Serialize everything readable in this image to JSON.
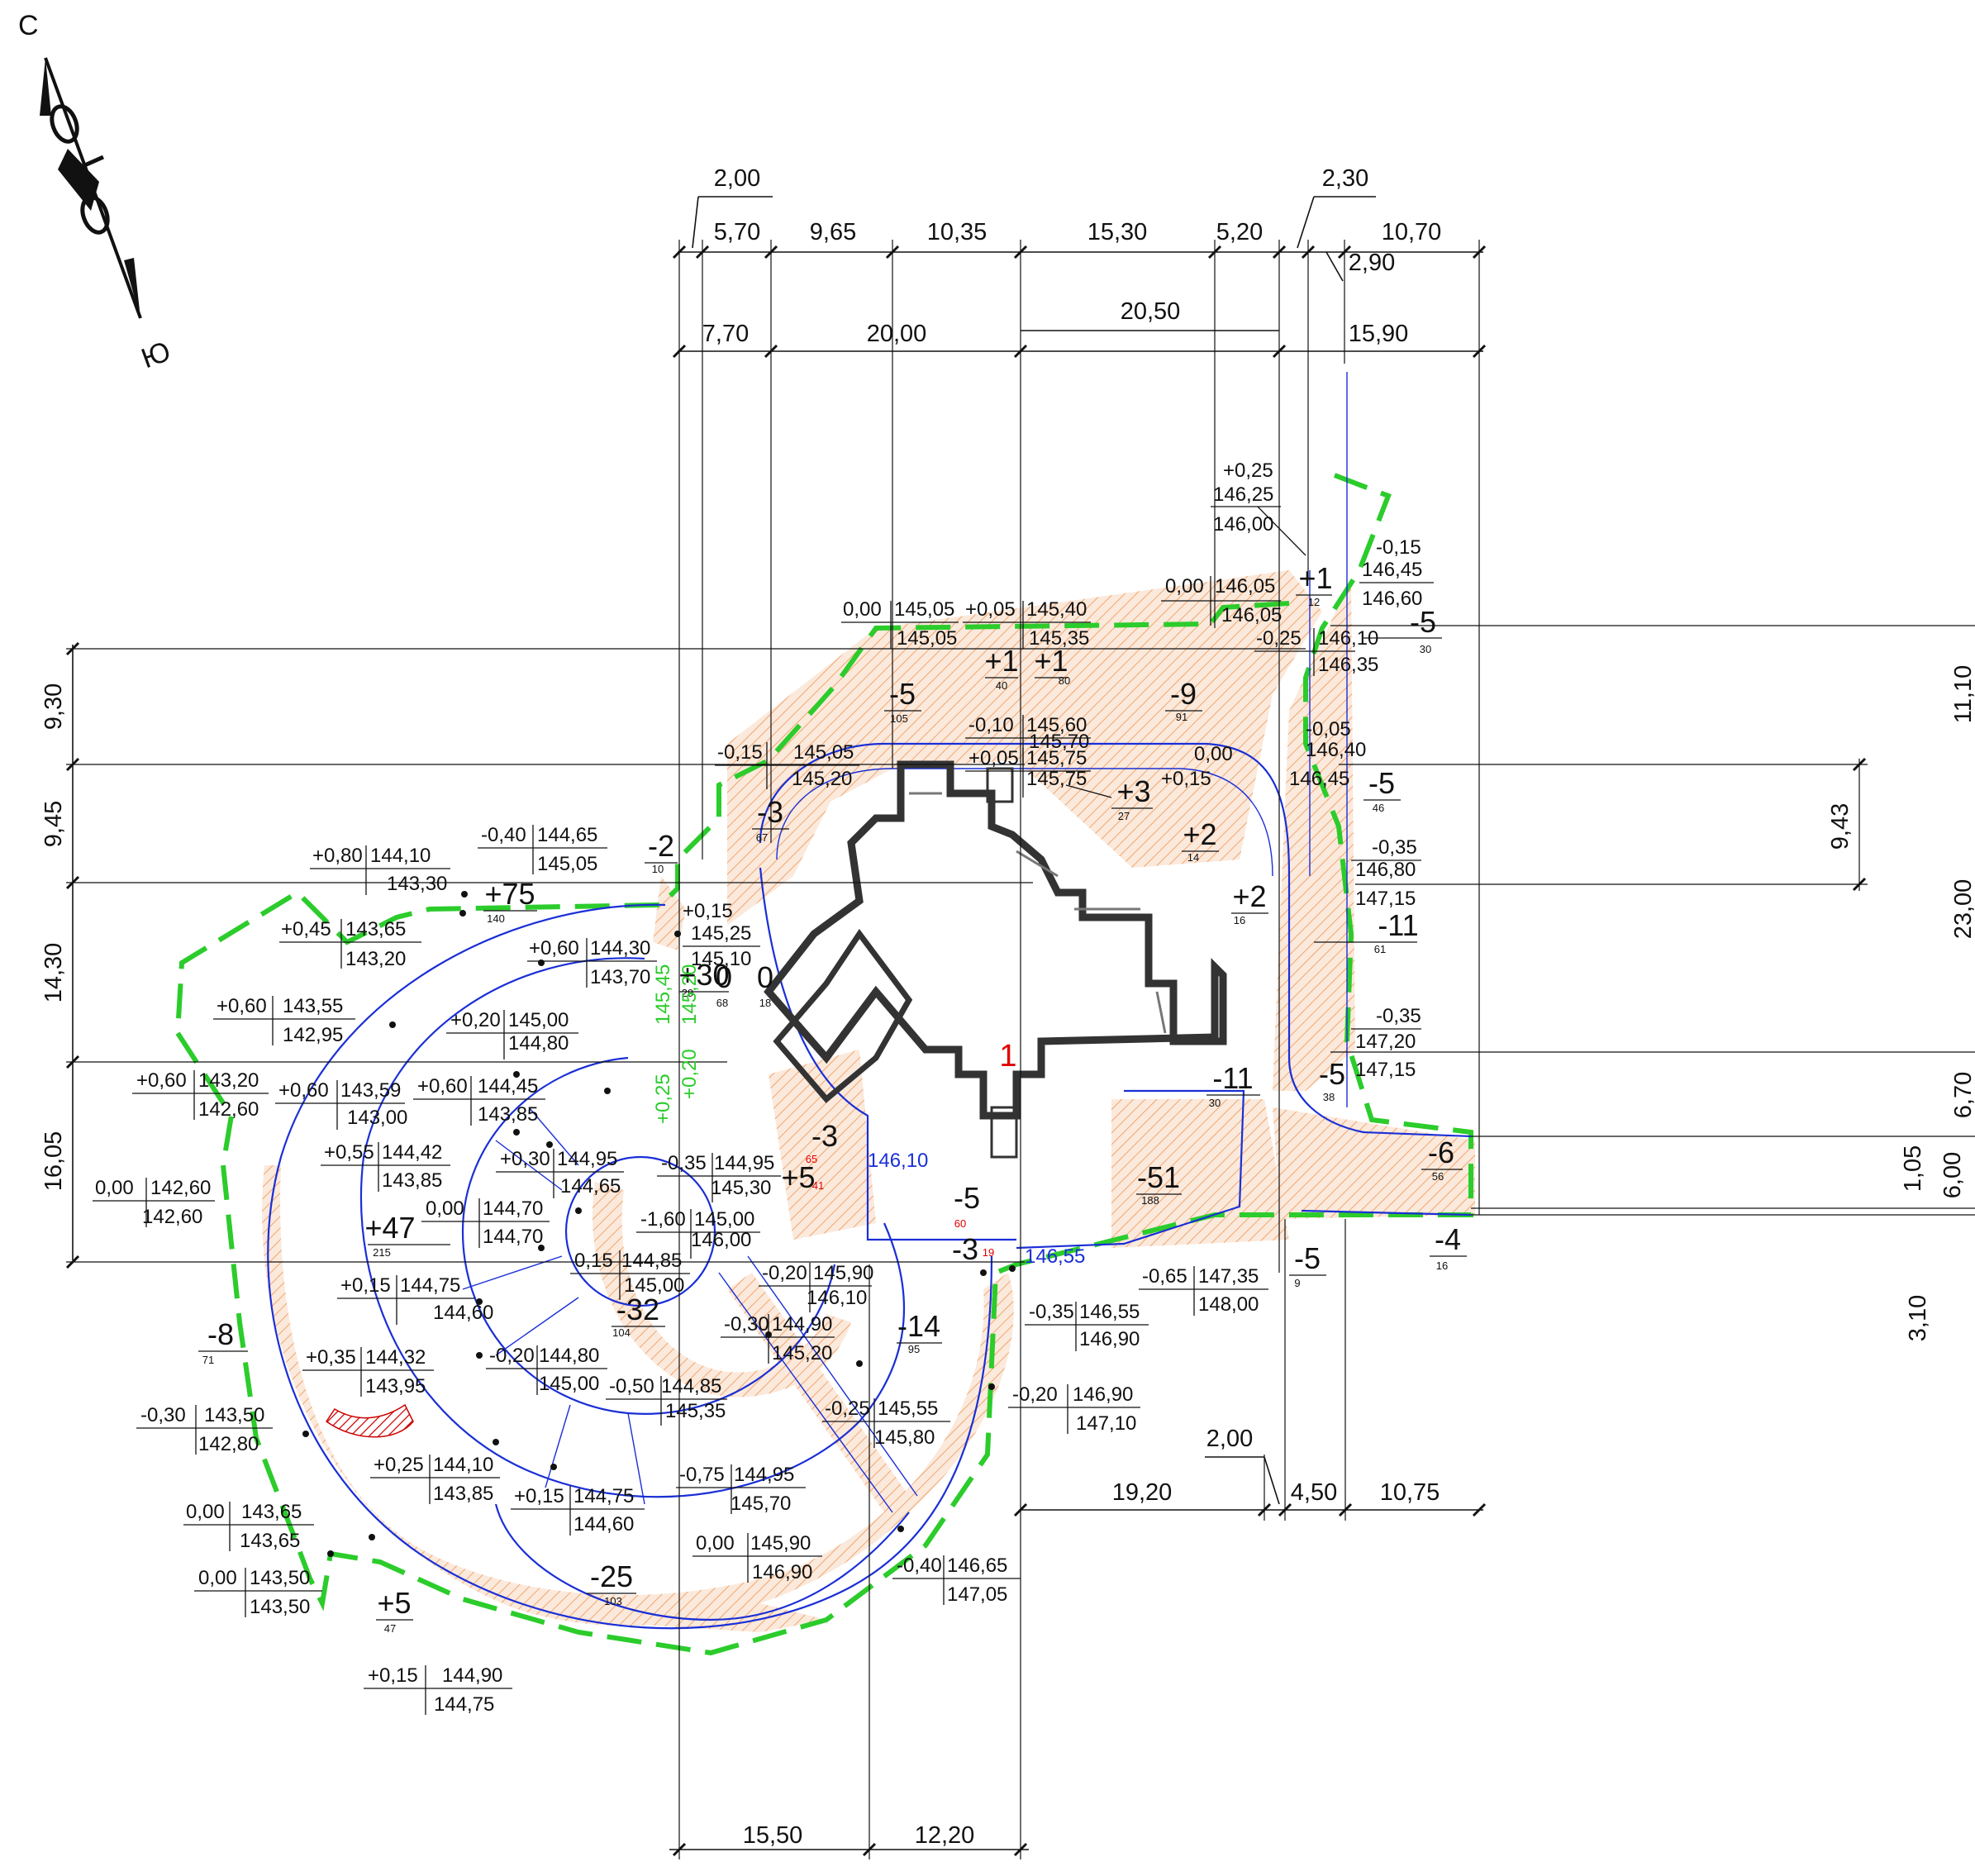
{
  "compass": {
    "north": "С",
    "south": "Ю"
  },
  "building_number": "1",
  "dims_top_row1": [
    "2,00",
    "5,70",
    "9,65",
    "10,35",
    "15,30",
    "5,20",
    "2,30",
    "10,70",
    "2,90"
  ],
  "dims_top_row2": [
    "7,70",
    "20,00",
    "20,50",
    "15,90"
  ],
  "dims_left": [
    "9,30",
    "9,45",
    "14,30",
    "16,05"
  ],
  "dims_right": [
    "11,10",
    "9,43",
    "23,00",
    "6,70",
    "1,05",
    "6,00",
    "3,10"
  ],
  "dims_bottom": [
    "15,50",
    "12,20"
  ],
  "dims_mid": [
    "2,00",
    "19,20",
    "4,50",
    "10,75"
  ],
  "volumes": [
    {
      "v": "+1",
      "n": "12"
    },
    {
      "v": "-5",
      "n": "30"
    },
    {
      "v": "+1",
      "n": "40"
    },
    {
      "v": "+1",
      "n": "80"
    },
    {
      "v": "-5",
      "n": "105"
    },
    {
      "v": "-9",
      "n": "91"
    },
    {
      "v": "-5",
      "n": "46"
    },
    {
      "v": "+3",
      "n": "27"
    },
    {
      "v": "-3",
      "n": "67"
    },
    {
      "v": "+2",
      "n": "14"
    },
    {
      "v": "-2",
      "n": "10"
    },
    {
      "v": "+2",
      "n": "16"
    },
    {
      "v": "+75",
      "n": "140"
    },
    {
      "v": "-11",
      "n": "61"
    },
    {
      "v": "+30",
      "n": "29"
    },
    {
      "v": "0",
      "n": "68"
    },
    {
      "v": "0",
      "n": "18"
    },
    {
      "v": "-11",
      "n": "30"
    },
    {
      "v": "-5",
      "n": "38"
    },
    {
      "v": "-3",
      "n": "65"
    },
    {
      "v": "+5",
      "n": "41"
    },
    {
      "v": "-6",
      "n": "56"
    },
    {
      "v": "-51",
      "n": "188"
    },
    {
      "v": "-5",
      "n": "60"
    },
    {
      "v": "-3",
      "n": "19"
    },
    {
      "v": "+47",
      "n": "215"
    },
    {
      "v": "-5",
      "n": "9"
    },
    {
      "v": "-4",
      "n": "16"
    },
    {
      "v": "-32",
      "n": "104"
    },
    {
      "v": "-14",
      "n": "95"
    },
    {
      "v": "-8",
      "n": "71"
    },
    {
      "v": "-25",
      "n": "103"
    },
    {
      "v": "+5",
      "n": "47"
    }
  ],
  "elevations": [
    {
      "d": "+0,25",
      "a": "146,25",
      "b": "146,00"
    },
    {
      "d": "-0,15",
      "a": "146,45",
      "b": "146,60"
    },
    {
      "d": "0,00",
      "a": "146,05",
      "b": "146,05"
    },
    {
      "d": "0,00",
      "a": "145,05",
      "b": "145,05"
    },
    {
      "d": "+0,05",
      "a": "145,40",
      "b": "145,35"
    },
    {
      "d": "-0,25",
      "a": "146,10",
      "b": "146,35"
    },
    {
      "d": "-0,10",
      "a": "145,60",
      "b": "145,70"
    },
    {
      "d": "-0,15",
      "a": "145,05",
      "b": "145,20"
    },
    {
      "d": "+0,05",
      "a": "145,75",
      "b": "145,75"
    },
    {
      "d": "0,00",
      "a": "",
      "b": ""
    },
    {
      "d": "-0,05",
      "a": "146,40",
      "b": "146,45"
    },
    {
      "d": "+0,15",
      "a": "",
      "b": ""
    },
    {
      "d": "-0,40",
      "a": "144,65",
      "b": "145,05"
    },
    {
      "d": "+0,80",
      "a": "144,10",
      "b": "143,30"
    },
    {
      "d": "-0,35",
      "a": "146,80",
      "b": "147,15"
    },
    {
      "d": "+0,45",
      "a": "143,65",
      "b": "143,20"
    },
    {
      "d": "+0,15",
      "a": "145,25",
      "b": "145,10"
    },
    {
      "d": "+0,60",
      "a": "144,30",
      "b": "143,70"
    },
    {
      "d": "+0,60",
      "a": "143,55",
      "b": "142,95"
    },
    {
      "d": "+0,20",
      "a": "145,00",
      "b": "144,80"
    },
    {
      "d": "-0,35",
      "a": "147,20",
      "b": "147,15"
    },
    {
      "d": "+0,60",
      "a": "143,20",
      "b": "142,60"
    },
    {
      "d": "+0,60",
      "a": "143,59",
      "b": "143,00"
    },
    {
      "d": "+0,60",
      "a": "144,45",
      "b": "143,85"
    },
    {
      "d": "+0,55",
      "a": "144,42",
      "b": "143,85"
    },
    {
      "d": "+0,30",
      "a": "144,95",
      "b": "144,65"
    },
    {
      "d": "0,00",
      "a": "142,60",
      "b": "142,60"
    },
    {
      "d": "0,00",
      "a": "144,70",
      "b": "144,70"
    },
    {
      "d": "+0,15",
      "a": "144,75",
      "b": "144,60"
    },
    {
      "d": "+0,35",
      "a": "144,32",
      "b": "143,95"
    },
    {
      "d": "-0,30",
      "a": "143,50",
      "b": "142,80"
    },
    {
      "d": "+0,25",
      "a": "144,10",
      "b": "143,85"
    },
    {
      "d": "0,00",
      "a": "143,65",
      "b": "143,65"
    },
    {
      "d": "0,00",
      "a": "143,50",
      "b": "143,50"
    },
    {
      "d": "+0,15",
      "a": "144,90",
      "b": "144,75"
    },
    {
      "d": "+0,15",
      "a": "144,75",
      "b": "144,60"
    },
    {
      "d": "-0,20",
      "a": "144,80",
      "b": "145,00"
    },
    {
      "d": "-0,50",
      "a": "144,85",
      "b": "145,35"
    },
    {
      "d": "-0,75",
      "a": "144,95",
      "b": "145,70"
    },
    {
      "d": "0,00",
      "a": "145,90",
      "b": "146,90"
    },
    {
      "d": "-0,40",
      "a": "146,65",
      "b": "147,05"
    },
    {
      "d": "-0,20",
      "a": "146,90",
      "b": "147,10"
    },
    {
      "d": "-0,25",
      "a": "145,55",
      "b": "145,80"
    },
    {
      "d": "-0,30",
      "a": "144,90",
      "b": "145,20"
    },
    {
      "d": "-0,20",
      "a": "145,90",
      "b": "146,10"
    },
    {
      "d": "-0,35",
      "a": "146,55",
      "b": "146,90"
    },
    {
      "d": "-0,65",
      "a": "147,35",
      "b": "148,00"
    },
    {
      "d": "-0,35",
      "a": "144,95",
      "b": "145,30"
    },
    {
      "d": "-1,60",
      "a": "145,00",
      "b": "146,00"
    },
    {
      "d": "0,15",
      "a": "144,85",
      "b": "145,00"
    }
  ],
  "green_labels": [
    "+0,25",
    "145,45",
    "145,20",
    "+0,20"
  ],
  "blue_labels": [
    "146,10",
    "146,55"
  ]
}
